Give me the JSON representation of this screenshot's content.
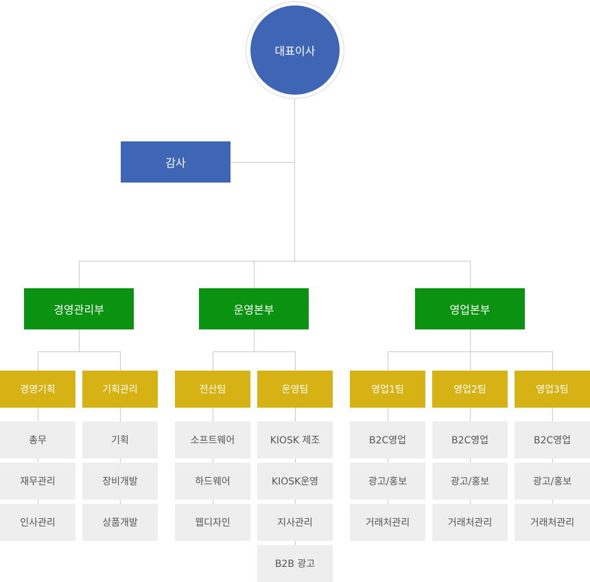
{
  "ceo": "대표이사",
  "audit": "감사",
  "departments": [
    {
      "name": "경영관리부",
      "teams": [
        {
          "name": "경영기획",
          "tasks": [
            "총무",
            "재무관리",
            "인사관리"
          ]
        },
        {
          "name": "기획관리",
          "tasks": [
            "기획",
            "장비개발",
            "상품개발"
          ]
        }
      ]
    },
    {
      "name": "운영본부",
      "teams": [
        {
          "name": "전산팀",
          "tasks": [
            "소프트웨어",
            "하드웨어",
            "웹디자인"
          ]
        },
        {
          "name": "운영팀",
          "tasks": [
            "KIOSK 제조",
            "KIOSK운영",
            "지사관리",
            "B2B 광고"
          ]
        }
      ]
    },
    {
      "name": "영업본부",
      "teams": [
        {
          "name": "영업1팀",
          "tasks": [
            "B2C영업",
            "광고/홍보",
            "거래처관리"
          ]
        },
        {
          "name": "영업2팀",
          "tasks": [
            "B2C영업",
            "광고/홍보",
            "거래처관리"
          ]
        },
        {
          "name": "영업3팀",
          "tasks": [
            "B2C영업",
            "광고/홍보",
            "거래처관리"
          ]
        }
      ]
    }
  ],
  "colors": {
    "executive": "#3f66b4",
    "department": "#0a9211",
    "team": "#d6b214",
    "task_bg": "#eeeeee",
    "connector": "#c9c9c9"
  }
}
